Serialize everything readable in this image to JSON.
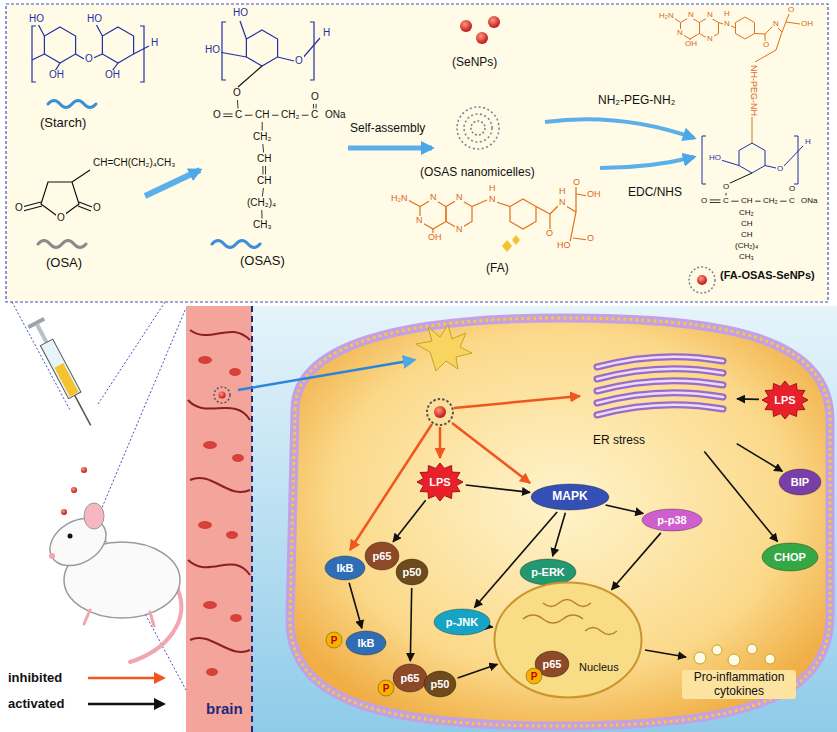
{
  "diagram": {
    "nodes": [
      {
        "text": [
          "LPS"
        ]
      },
      {
        "text": [
          "MAPK"
        ]
      },
      {
        "text": [
          "p-p38"
        ]
      },
      {
        "text": [
          "LPS"
        ]
      },
      {
        "text": [
          "ER stress"
        ]
      },
      {
        "text": [
          "BIP"
        ]
      },
      {
        "text": [
          "CHOP"
        ]
      },
      {
        "text": [
          "IkB"
        ]
      },
      {
        "text": [
          "p65"
        ]
      },
      {
        "text": [
          "p50"
        ]
      },
      {
        "text": [
          "p-ERK"
        ]
      },
      {
        "text": [
          "p-JNK"
        ]
      },
      {
        "text": [
          "P"
        ]
      },
      {
        "text": [
          "IkB"
        ]
      },
      {
        "text": [
          "P"
        ]
      },
      {
        "text": [
          "p65"
        ]
      },
      {
        "text": [
          "p50"
        ]
      },
      {
        "text": [
          "Nucleus"
        ]
      },
      {
        "text": [
          "p65"
        ],
        "in": 17
      },
      {
        "text": [
          "P"
        ],
        "in": 17
      }
    ],
    "edges": [
      {
        "from": 0,
        "to": 8,
        "arrow": "to"
      },
      {
        "from": 0,
        "to": 1,
        "arrow": "to"
      },
      {
        "from": 1,
        "to": 2,
        "arrow": "to"
      },
      {
        "from": 1,
        "to": 10,
        "arrow": "to"
      },
      {
        "from": 1,
        "to": 11,
        "arrow": "to"
      },
      {
        "from": 3,
        "to": 4,
        "arrow": "to"
      },
      {
        "from": 4,
        "to": 5,
        "arrow": "to"
      },
      {
        "from": 4,
        "to": 6,
        "arrow": "to"
      },
      {
        "from": 7,
        "to": 13,
        "arrow": "to"
      },
      {
        "from": 9,
        "to": 15,
        "arrow": "to"
      },
      {
        "from": 16,
        "to": 17,
        "arrow": "to"
      },
      {
        "from": 11,
        "to": 17,
        "arrow": "to"
      },
      {
        "from": 10,
        "to": 17,
        "arrow": "to"
      },
      {
        "from": 2,
        "to": 17,
        "arrow": "to"
      }
    ],
    "labels": [
      "HO",
      "OH",
      "O",
      "HO",
      "OH",
      "H",
      "(Starch)",
      "O",
      "O",
      "O",
      "CH=CH(CH₂)₄CH₃",
      "(OSA)",
      "HO",
      "HO",
      "O",
      "H",
      "O",
      "O",
      "C",
      "CH",
      "CH₂",
      "C",
      "O",
      "ONa",
      "CH₂",
      "CH",
      "CH",
      "(CH₂)₄",
      "CH₃",
      "(OSAS)",
      "Self-assembly",
      "(SeNPs)",
      "(OSAS nanomicelles)",
      "H₂N",
      "N",
      "N",
      "OH",
      "N",
      "N",
      "H",
      "N",
      "O",
      "N",
      "H",
      "O",
      "OH",
      "HO",
      "O",
      "(FA)",
      "NH₂-PEG-NH₂",
      "EDC/NHS",
      "H₂N",
      "N",
      "N",
      "OH",
      "N",
      "N",
      "N",
      "H",
      "O",
      "N",
      "O",
      "OH",
      "NH-PEG-NH",
      "HO",
      "O",
      "H",
      "O",
      "O",
      "C",
      "CH",
      "CH₂",
      "C",
      "O",
      "ONa",
      "CH₂",
      "CH",
      "CH",
      "(CH₂)₄",
      "CH₃",
      "(FA-OSAS-SeNPs)",
      "brain",
      "Pro-inflammation cytokines"
    ],
    "legend": [
      {
        "text": "inhibited"
      },
      {
        "text": "activated"
      }
    ]
  }
}
